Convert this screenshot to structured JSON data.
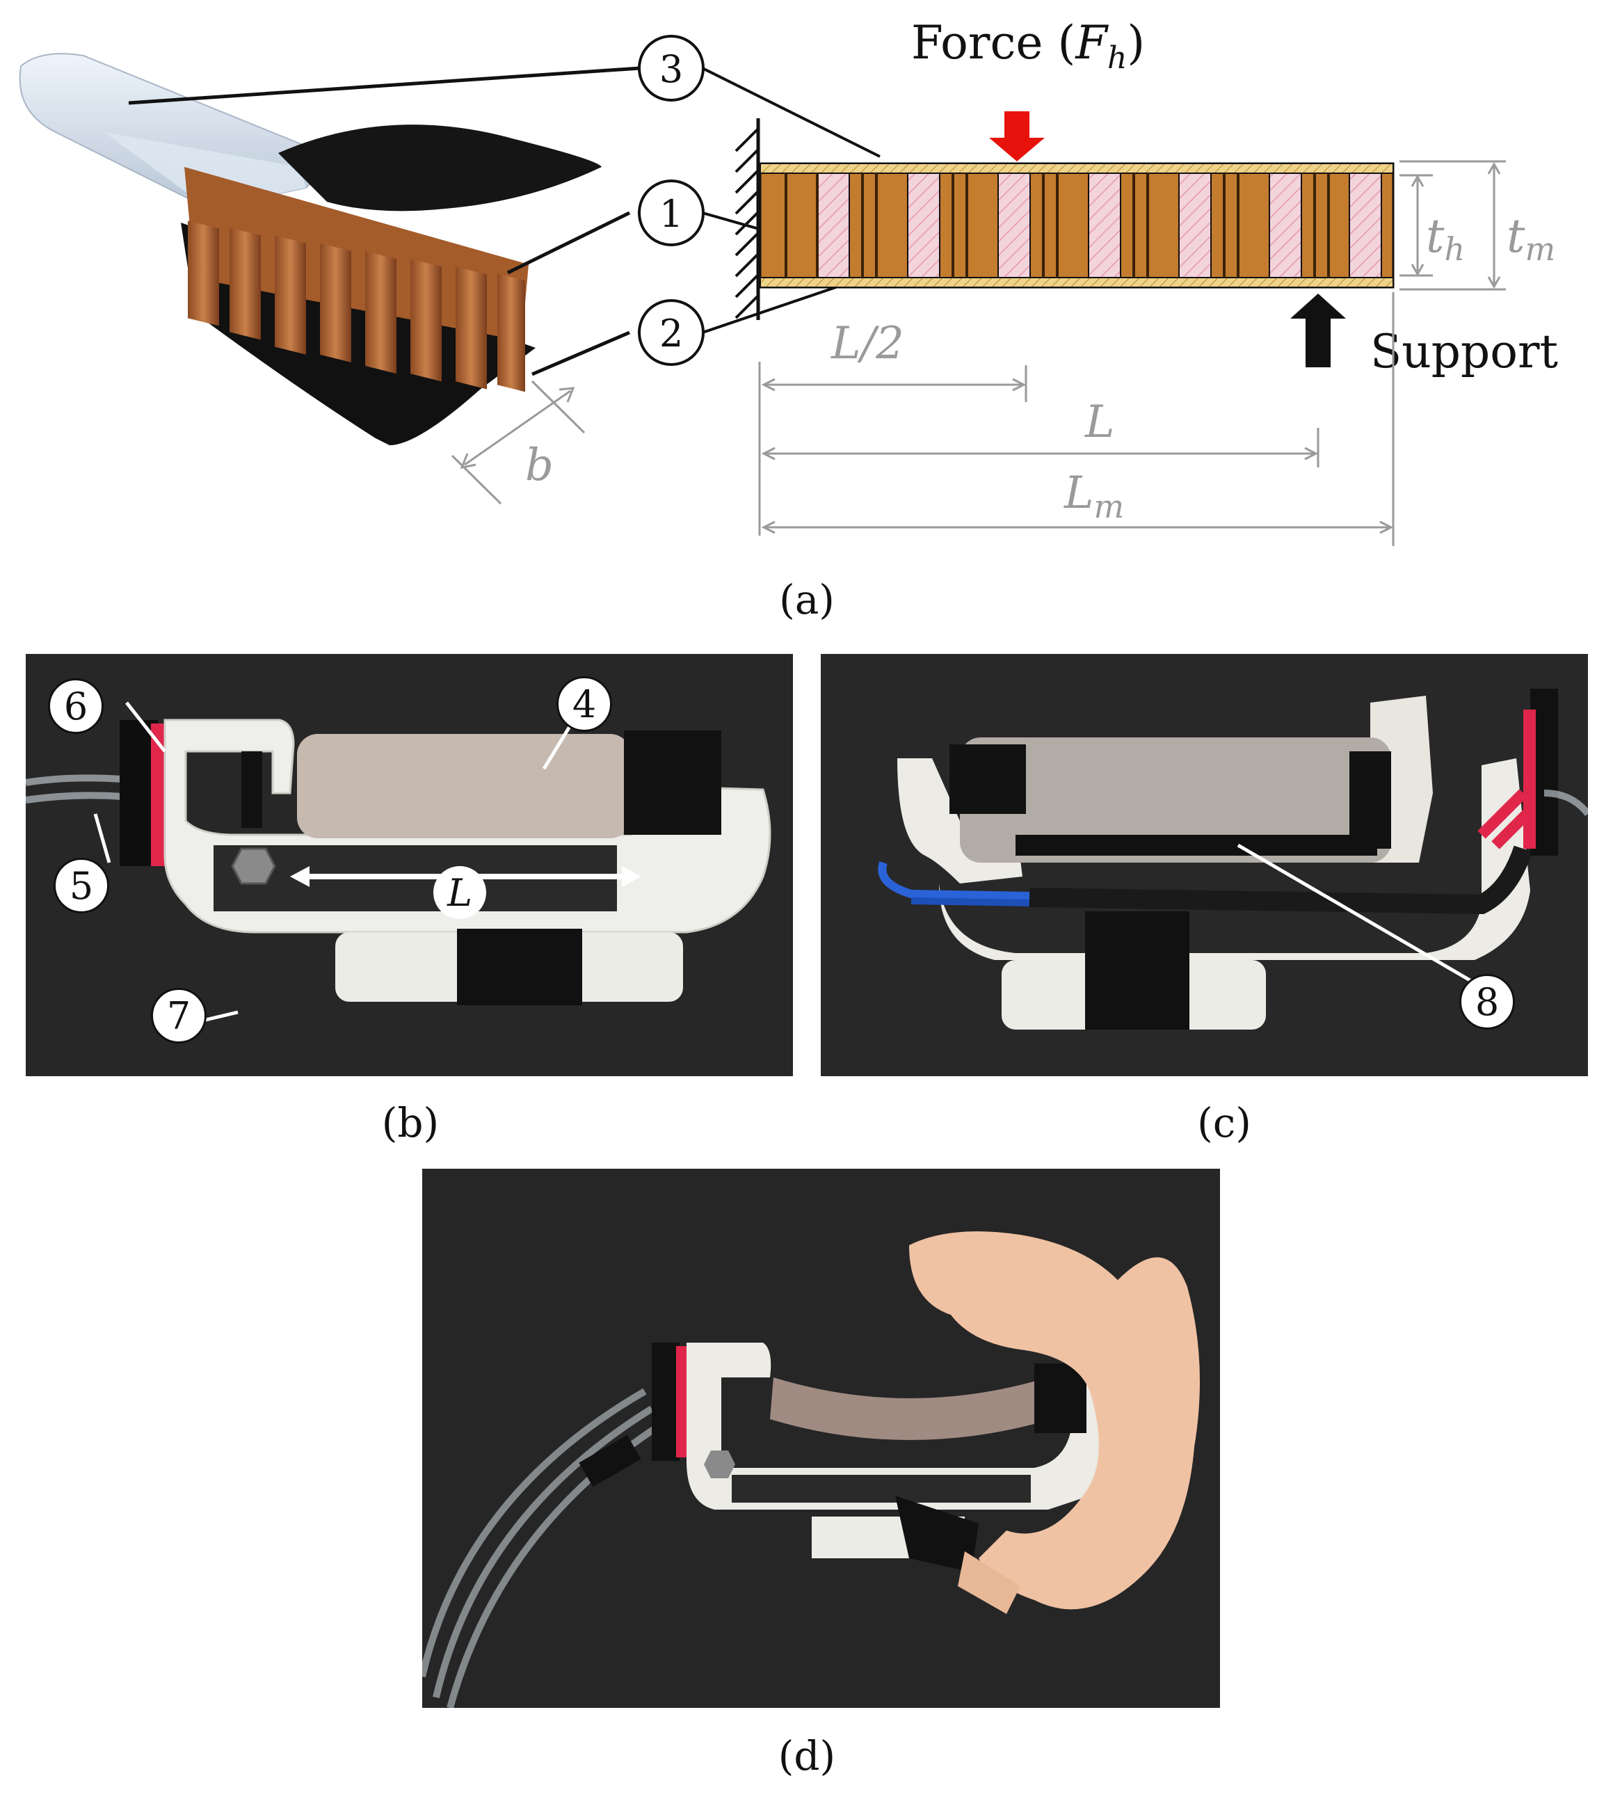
{
  "panel_a": {
    "force_label": "Force (",
    "force_symbol": "F",
    "force_sub": "h",
    "force_close": ")",
    "support_label": "Support",
    "t_h": "t",
    "t_h_sub": "h",
    "t_m": "t",
    "t_m_sub": "m",
    "half_L": "L/2",
    "L": "L",
    "L_m": "L",
    "L_m_sub": "m",
    "b": "b",
    "callouts": [
      "1",
      "2",
      "3"
    ],
    "caption": "(a)"
  },
  "panel_b": {
    "callouts": [
      "4",
      "5",
      "6",
      "7"
    ],
    "length_label": "L",
    "caption": "(b)"
  },
  "panel_c": {
    "callouts": [
      "8"
    ],
    "caption": "(c)"
  },
  "panel_d": {
    "caption": "(d)"
  },
  "colors": {
    "honeycomb": "#c47c2f",
    "hatched_cell": "#f3d3dc",
    "face_sheet": "#e8c770",
    "force_arrow": "#e8120c",
    "support_arrow": "#111111",
    "dimension_gray": "#9a9a9a",
    "photo_bg": "#272727"
  }
}
